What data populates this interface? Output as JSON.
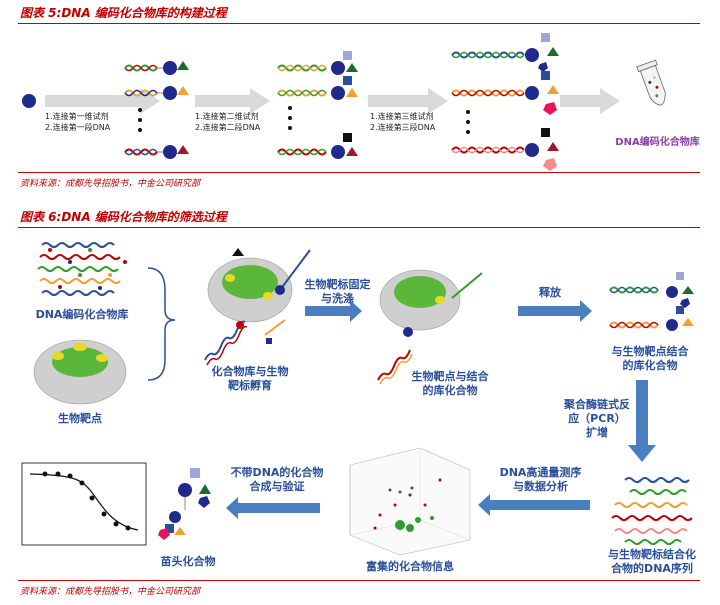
{
  "fig5": {
    "title": "图表 5:DNA 编码化合物库的构建过程",
    "step1": [
      "1.连接第一维试剂",
      "2.连接第一段DNA"
    ],
    "step2": [
      "1.连接第二维试剂",
      "2.连接第二段DNA"
    ],
    "step3": [
      "1.连接第三维试剂",
      "2.连接第三段DNA"
    ],
    "library_label": "DNA编码化合物库",
    "source": "资料来源：成都先导招股书，中金公司研究部"
  },
  "fig6": {
    "title": "图表 6:DNA 编码化合物库的筛选过程",
    "library": "DNA编码化合物库",
    "target": "生物靶点",
    "incubate": [
      "化合物库与生物",
      "靶标孵育"
    ],
    "fix_wash": [
      "生物靶标固定",
      "与洗涤"
    ],
    "bound": [
      "生物靶点与结合",
      "的库化合物"
    ],
    "release": "释放",
    "bound_compounds": [
      "与生物靶点结合",
      "的库化合物"
    ],
    "pcr": [
      "聚合酶链式反",
      "应（PCR）",
      "扩增"
    ],
    "sequences": [
      "与生物靶标结合化",
      "合物的DNA序列"
    ],
    "ngs": [
      "DNA高通量测序",
      "与数据分析"
    ],
    "enriched": "富集的化合物信息",
    "synthesis": [
      "不带DNA的化合物",
      "合成与验证"
    ],
    "lead": "苗头化合物",
    "source": "资料来源：成都先导招股书，中金公司研究部"
  },
  "colors": {
    "red": "#c00000",
    "label_blue": "#2a4f9a",
    "navy": "#1f2a8c",
    "arrow_gray": "#d9d9d9",
    "arrow_blue": "#4a7fbf",
    "green": "#2e9d2e",
    "orange": "#f0a030",
    "dark_red": "#a01828"
  }
}
